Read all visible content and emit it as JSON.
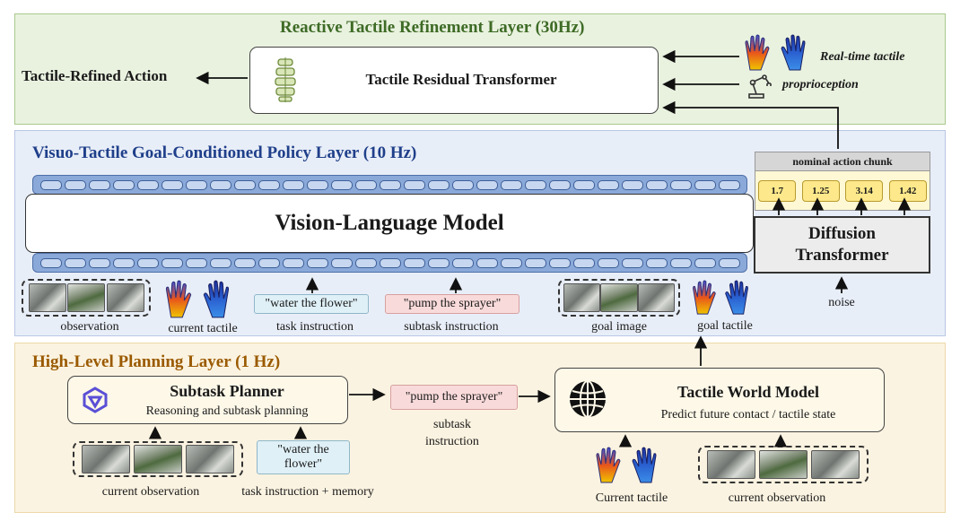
{
  "layers": {
    "reactive": {
      "title": "Reactive Tactile Refinement Layer (30Hz)",
      "color": "#3e6b26"
    },
    "policy": {
      "title": "Visuo-Tactile Goal-Conditioned Policy Layer (10 Hz)",
      "color": "#1f3f8a"
    },
    "planning": {
      "title": "High-Level Planning Layer (1 Hz)",
      "color": "#9a5a00"
    }
  },
  "reactive": {
    "output_label": "Tactile-Refined Action",
    "transformer": "Tactile Residual Transformer",
    "realtime_tactile": "Real-time tactile",
    "proprioception": "proprioception"
  },
  "policy": {
    "vlm": "Vision-Language Model",
    "chunk_title": "nominal action chunk",
    "chunk_values": [
      "1.7",
      "1.25",
      "3.14",
      "1.42"
    ],
    "diffusion_line1": "Diffusion",
    "diffusion_line2": "Transformer",
    "noise": "noise",
    "observation": "observation",
    "current_tactile": "current tactile",
    "task_quote": "\"water the flower\"",
    "task_instruction": "task instruction",
    "subtask_quote": "\"pump the sprayer\"",
    "subtask_instruction": "subtask instruction",
    "goal_image": "goal image",
    "goal_tactile": "goal tactile"
  },
  "planning": {
    "planner_title": "Subtask Planner",
    "planner_sub": "Reasoning and subtask planning",
    "subtask_quote": "\"pump the sprayer\"",
    "subtask_label_1": "subtask",
    "subtask_label_2": "instruction",
    "world_title": "Tactile World Model",
    "world_sub": "Predict future contact / tactile state",
    "current_observation_left": "current observation",
    "task_quote_1": "\"water the",
    "task_quote_2": "flower\"",
    "task_memory": "task instruction + memory",
    "current_tactile": "Current tactile",
    "current_observation_right": "current observation"
  }
}
